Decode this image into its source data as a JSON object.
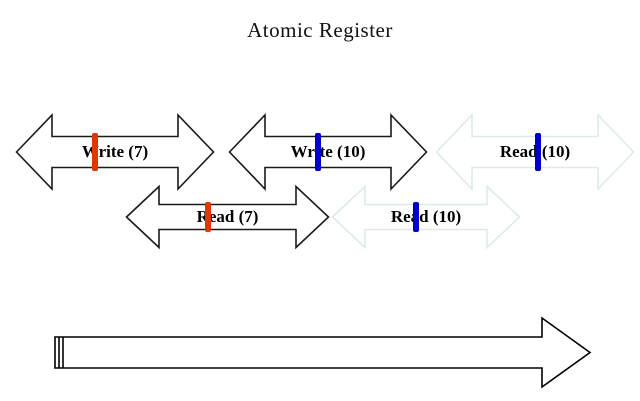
{
  "title": "Atomic Register",
  "colors": {
    "outline_black": "#1a1a1a",
    "outline_pale": "#d9ece8",
    "tick_red": "#e23500",
    "tick_blue": "#0000cc",
    "timeline_stroke": "#000000",
    "label_text": "#000000"
  },
  "operations": [
    {
      "label": "Write (7)",
      "outline": "black",
      "tick": "red"
    },
    {
      "label": "Write (10)",
      "outline": "black",
      "tick": "blue"
    },
    {
      "label": "Read (10)",
      "outline": "pale",
      "tick": "blue"
    },
    {
      "label": "Read (7)",
      "outline": "black",
      "tick": "red"
    },
    {
      "label": "Read (10)",
      "outline": "pale",
      "tick": "blue"
    }
  ]
}
